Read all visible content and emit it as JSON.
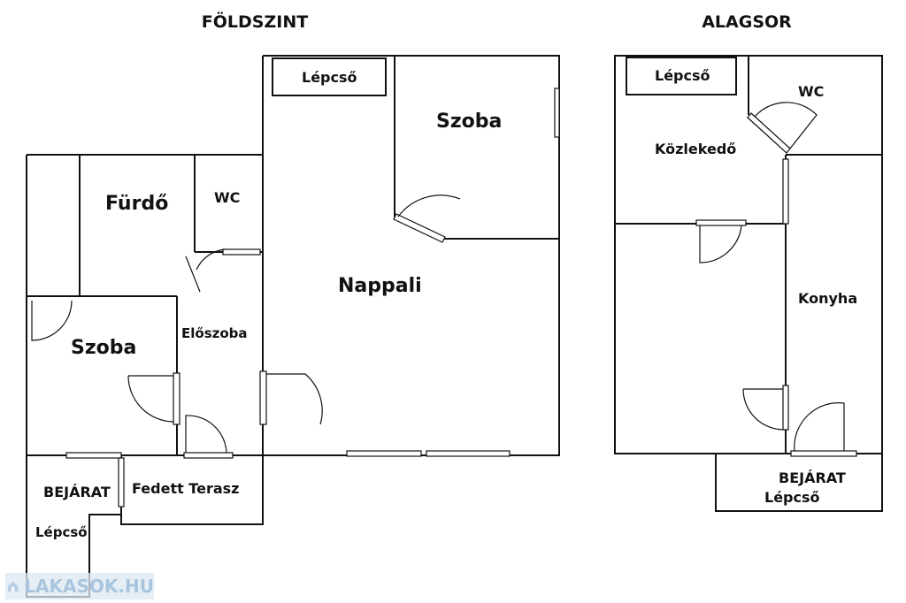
{
  "ground_floor": {
    "title": "FÖLDSZINT",
    "rooms": {
      "lepcso_top": "Lépcső",
      "szoba_top": "Szoba",
      "furdo": "Fürdő",
      "wc": "WC",
      "nappali": "Nappali",
      "szoba_left": "Szoba",
      "eloszoba": "Előszoba",
      "bejarat": "BEJÁRAT",
      "fedett_terasz": "Fedett Terasz",
      "lepcso_bottom": "Lépcső"
    }
  },
  "basement": {
    "title": "ALAGSOR",
    "rooms": {
      "lepcso": "Lépcső",
      "wc": "WC",
      "kozlekedo": "Közlekedő",
      "konyha": "Konyha",
      "bejarat": "BEJÁRAT",
      "lepcso_entrance": "Lépcső"
    }
  },
  "watermark": "LAKASOK.HU"
}
